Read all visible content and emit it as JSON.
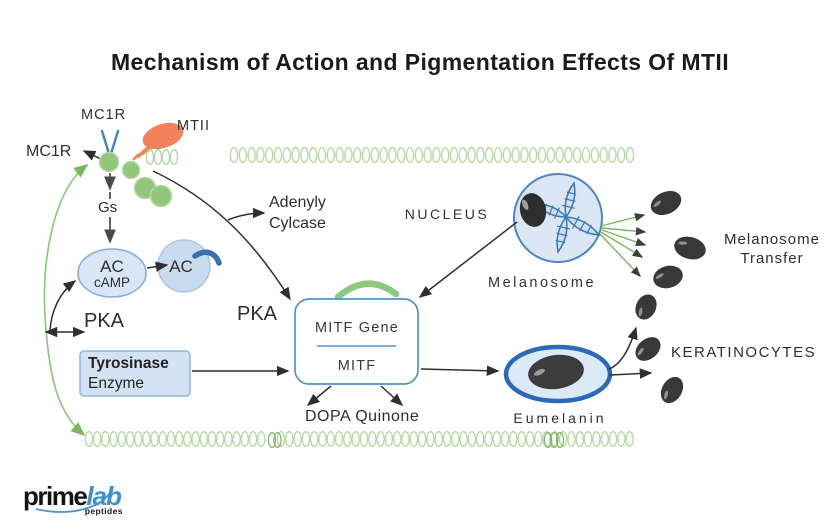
{
  "title": "Mechanism of Action and Pigmentation Effects Of MTII",
  "pathway": {
    "mc1r_top": "MC1R",
    "mc1r_side": "MC1R",
    "mtii": "MTII",
    "gs": "Gs",
    "ac": "AC",
    "camp": "cAMP",
    "ac_active": "AC",
    "pka_left": "PKA",
    "pka_center": "PKA",
    "adenylyl_cyclase": {
      "line1": "Adenyly",
      "line2": "Cylcase"
    },
    "tyrosinase": {
      "line1": "Tyrosinase",
      "line2": "Enzyme"
    },
    "mitf_box": {
      "gene": "MITF Gene",
      "protein": "MITF"
    },
    "dopa_quinone": "DOPA Quinone",
    "nucleus": "NUCLEUS",
    "melanosome": "Melanosome",
    "eumelanin": "Eumelanin",
    "keratinocytes": "KERATINOCYTES",
    "melanosome_transfer": {
      "line1": "Melanosome",
      "line2": "Transfer"
    }
  },
  "logo": {
    "prime": "prime",
    "lab": "lab",
    "tagline": "peptides"
  },
  "icons": {
    "mc1r-receptor-icon": "blue V-shaped receptor on green subunit chain",
    "mtii-ligand-icon": "orange peptide ligand with striped tail",
    "cell-membrane-icon": "row of light-green phospholipid loops",
    "nucleus-icon": "blue circle with DNA helices and melanosome",
    "melanosome-icon": "dark pigment granule ellipse",
    "eumelanin-cell-icon": "blue-ringed cell with dark eumelanin core"
  },
  "colors": {
    "accent_green": "#92c67c",
    "membrane_green": "#b5d7a2",
    "feedback_green": "#8cc87d",
    "fan_green": "#6fae4e",
    "ligand_orange": "#f2825c",
    "cell_blue_fill": "#d8e6f5",
    "cell_blue_stroke": "#85afd8",
    "deep_blue": "#2a6ab8",
    "dna_blue": "#3a78b5",
    "melanin_dark": "#383838",
    "arrow_black": "#2f2f2f",
    "logo_blue": "#3e8fd0"
  }
}
